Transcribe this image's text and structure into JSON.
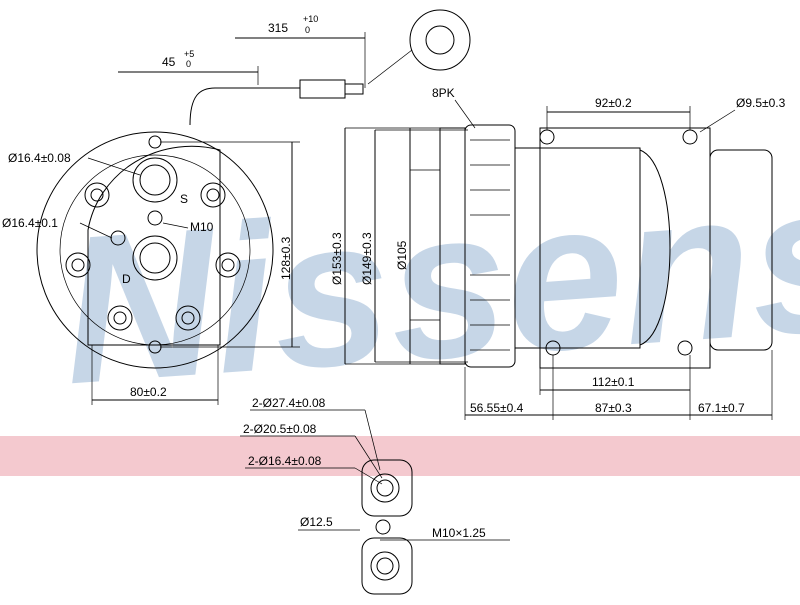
{
  "watermark": {
    "text": "Nissens",
    "color": "#b9cde2"
  },
  "band_color": "#f4c9cf",
  "dims": {
    "d315": "315",
    "d315_tol": "+10",
    "d315_tol2": "0",
    "d45": "45",
    "d45_tol": "+5",
    "d45_tol2": "0",
    "pk": "8PK",
    "d92": "92±0.2",
    "d9_5": "Ø9.5±0.3",
    "d16_4a": "Ø16.4±0.08",
    "d16_4b": "Ø16.4±0.1",
    "m10": "M10",
    "s": "S",
    "d": "D",
    "d128": "128±0.3",
    "d153": "Ø153±0.3",
    "d149": "Ø149±0.3",
    "d105": "Ø105",
    "d80": "80±0.2",
    "d112": "112±0.1",
    "d56": "56.55±0.4",
    "d87": "87±0.3",
    "d67": "67.1±0.7"
  },
  "fitting": {
    "d27": "2-Ø27.4±0.08",
    "d20": "2-Ø20.5±0.08",
    "d16": "2-Ø16.4±0.08",
    "d12": "Ø12.5",
    "m10": "M10×1.25"
  }
}
